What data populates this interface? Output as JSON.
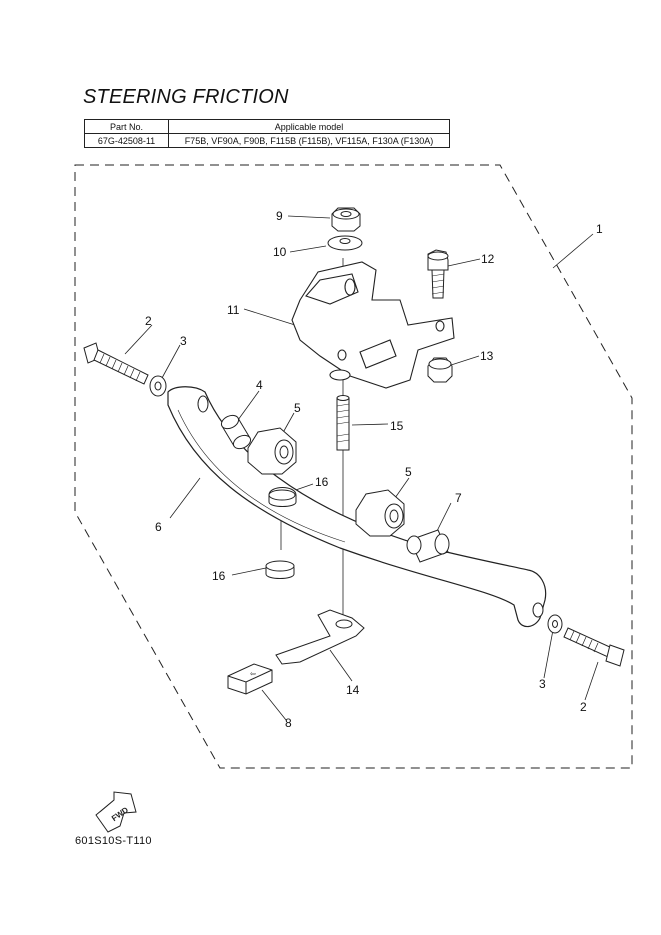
{
  "title": "STEERING FRICTION",
  "table": {
    "headers": [
      "Part No.",
      "Applicable model"
    ],
    "rows": [
      [
        "67G-42508-11",
        "F75B, VF90A, F90B, F115B (F115B), VF115A, F130A (F130A)"
      ]
    ]
  },
  "callouts": [
    "1",
    "2",
    "3",
    "4",
    "5",
    "6",
    "7",
    "8",
    "9",
    "10",
    "11",
    "12",
    "13",
    "14",
    "15",
    "16"
  ],
  "arrow_label": "FWD",
  "diagram_code": "601S10S-T110"
}
